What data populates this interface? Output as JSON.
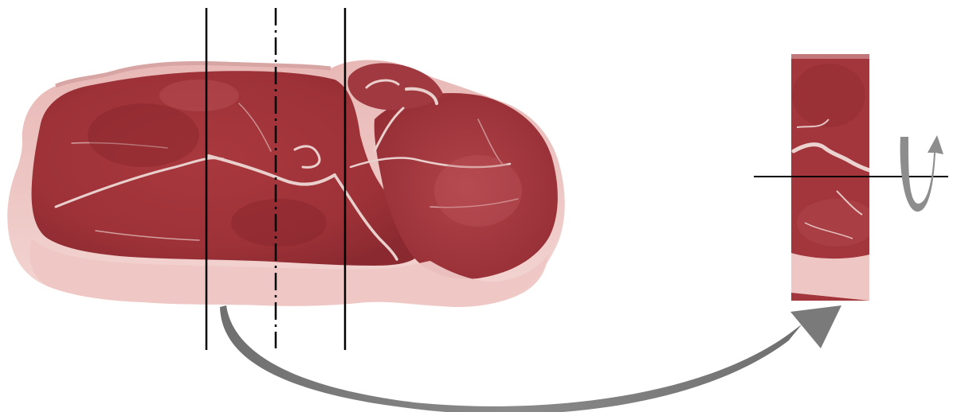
{
  "colors": {
    "background": "#ffffff",
    "lean_meat": "#a63a3f",
    "lean_meat_dark": "#8e2a31",
    "lean_meat_light": "#b84a4f",
    "marbling": "#e9c9c6",
    "fat_rind": "#ecc4c2",
    "fat_rind_shadow": "#dcaaa9",
    "cut_line": "#000000",
    "arrow": "#7a7a7a",
    "arrow_light": "#a3a3a3"
  },
  "diagram": {
    "whole_slice": "ham-slice-cross-section",
    "extracted_strip": "ham-strip-sample",
    "cut_lines": [
      "left-cut-line",
      "center-axis-dashdot",
      "right-cut-line"
    ],
    "transfer_arrow": "curved-transfer-arrow",
    "rotation_indicator": "rotation-arrow-about-horizontal-axis"
  }
}
